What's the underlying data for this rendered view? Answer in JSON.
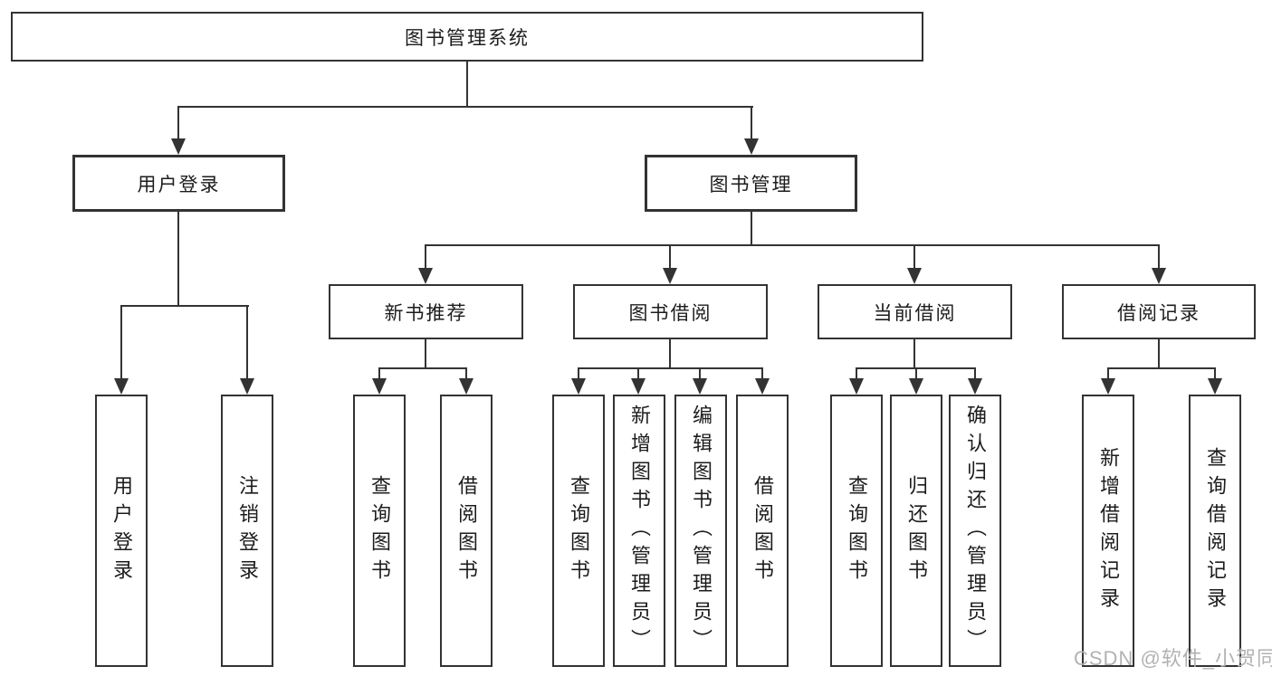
{
  "tree": {
    "root": {
      "label": "图书管理系统"
    },
    "branches": [
      {
        "label": "用户登录",
        "children": [
          {
            "label": "用户登录"
          },
          {
            "label": "注销登录"
          }
        ]
      },
      {
        "label": "图书管理",
        "children": [
          {
            "label": "新书推荐",
            "children": [
              {
                "label": "查询图书"
              },
              {
                "label": "借阅图书"
              }
            ]
          },
          {
            "label": "图书借阅",
            "children": [
              {
                "label": "查询图书"
              },
              {
                "label": "新增图书（管理员）"
              },
              {
                "label": "编辑图书（管理员）"
              },
              {
                "label": "借阅图书"
              }
            ]
          },
          {
            "label": "当前借阅",
            "children": [
              {
                "label": "查询图书"
              },
              {
                "label": "归还图书"
              },
              {
                "label": "确认归还（管理员）"
              }
            ]
          },
          {
            "label": "借阅记录",
            "children": [
              {
                "label": "新增借阅记录"
              },
              {
                "label": "查询借阅记录"
              }
            ]
          }
        ]
      }
    ]
  },
  "watermark": "CSDN @软件_小贺同学",
  "colors": {
    "line": "#333333",
    "text": "#1c1c1c",
    "background": "#ffffff",
    "watermark": "#b2b2b2"
  }
}
